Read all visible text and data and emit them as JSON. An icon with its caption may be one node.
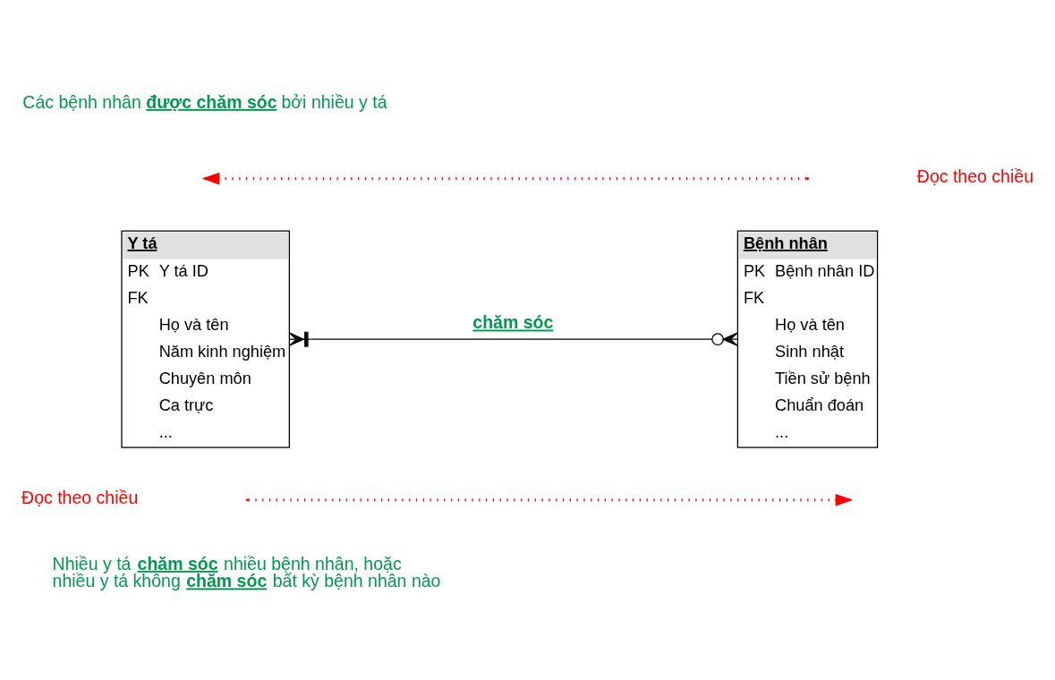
{
  "diagram": {
    "nodes": [
      {
        "text": [
          "Y tá",
          "PK",
          "Y tá ID",
          "FK",
          "Họ và tên",
          "Năm kinh nghiệm",
          "Chuyên môn",
          "Ca trực",
          "..."
        ]
      },
      {
        "text": [
          "Bệnh nhân",
          "PK",
          "Bệnh nhân ID",
          "FK",
          "Họ và tên",
          "Sinh nhật",
          "Tiền sử bệnh",
          "Chuẩn đoán",
          "..."
        ]
      }
    ],
    "edges": [
      {
        "from": 0,
        "to": 1,
        "arrow": "other",
        "label": "chăm sóc"
      }
    ],
    "labels": [
      "Các bệnh nhân **được chăm sóc** bởi nhiều y tá",
      "Đọc theo chiều",
      "Đọc theo chiều",
      "Nhiều y tá **chăm sóc** nhiều bệnh nhân, hoặc nhiều y tá không **chăm sóc** bất kỳ bệnh nhân nào"
    ]
  }
}
